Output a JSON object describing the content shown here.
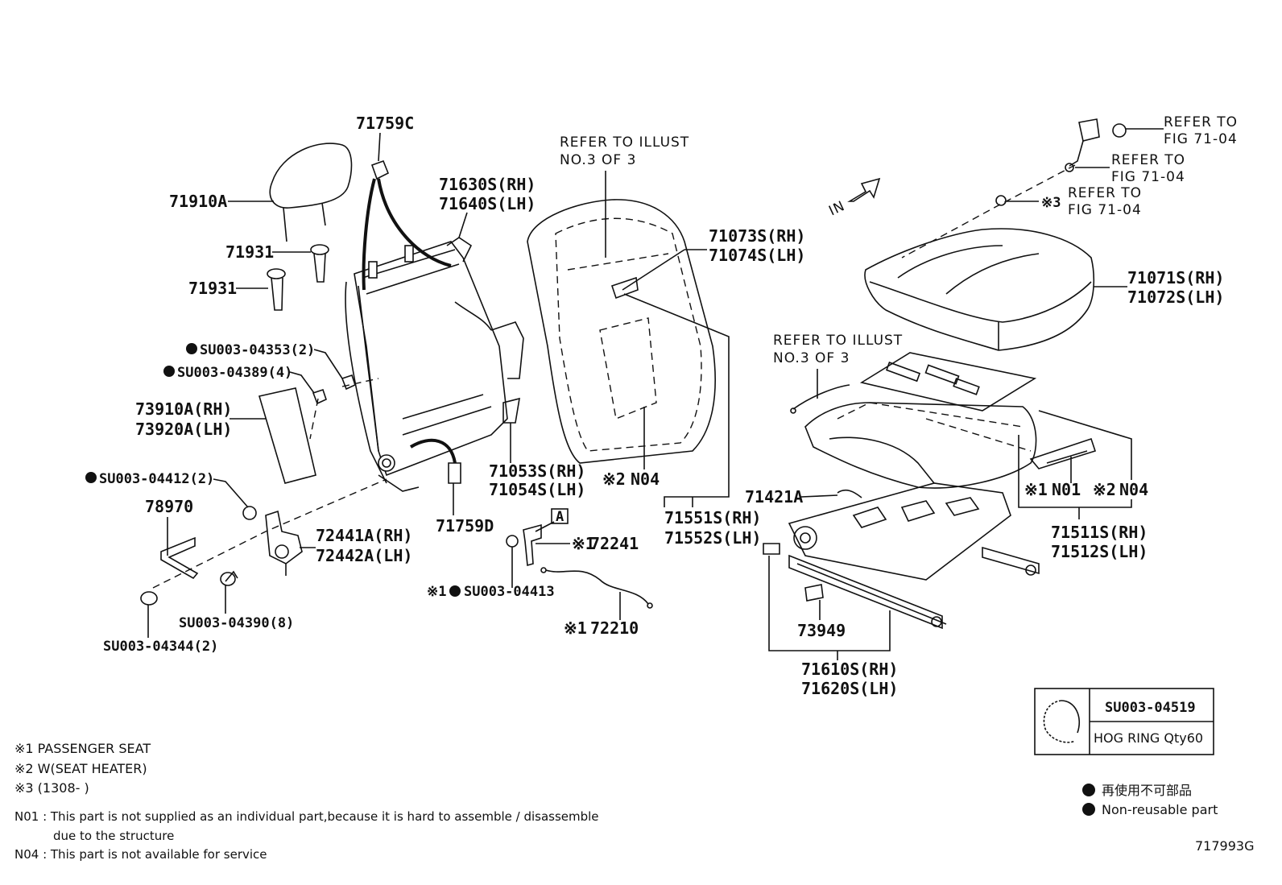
{
  "labels": {
    "p71759C": "71759C",
    "p71910A": "71910A",
    "p71931a": "71931",
    "p71931b": "71931",
    "p71630": "71630S(RH)",
    "p71640": "71640S(LH)",
    "refer_illust_1a": "REFER TO ILLUST",
    "refer_illust_1b": "NO.3 OF 3",
    "p71073": "71073S(RH)",
    "p71074": "71074S(LH)",
    "su04353": "SU003-04353(2)",
    "su04389": "SU003-04389(4)",
    "p73910": "73910A(RH)",
    "p73920": "73920A(LH)",
    "p71053": "71053S(RH)",
    "p71054": "71054S(LH)",
    "su04412": "SU003-04412(2)",
    "p78970": "78970",
    "p71759D": "71759D",
    "n04a_mark": "※2",
    "n04a": "N04",
    "p72441": "72441A(RH)",
    "p72442": "72442A(LH)",
    "boxA": "A",
    "p72241_mark": "※1",
    "p72241": "72241",
    "su04413_mark": "※1",
    "su04413": "SU003-04413",
    "su04390": "SU003-04390(8)",
    "su04344": "SU003-04344(2)",
    "p72210_mark": "※1",
    "p72210": "72210",
    "p71551": "71551S(RH)",
    "p71552": "71552S(LH)",
    "refer_fig_1a": "REFER TO",
    "refer_fig_1b": "FIG 71-04",
    "refer_fig_2a": "REFER TO",
    "refer_fig_2b": "FIG 71-04",
    "refer_fig_3mark": "※3",
    "refer_fig_3a": "REFER TO",
    "refer_fig_3b": "FIG 71-04",
    "in_arrow": "IN",
    "p71071": "71071S(RH)",
    "p71072": "71072S(LH)",
    "refer_illust_2a": "REFER TO ILLUST",
    "refer_illust_2b": "NO.3 OF 3",
    "p71421A": "71421A",
    "n01_mark": "※1",
    "n01": "N01",
    "n04b_mark": "※2",
    "n04b": "N04",
    "p71511": "71511S(RH)",
    "p71512": "71512S(LH)",
    "p73949": "73949",
    "p71610": "71610S(RH)",
    "p71620": "71620S(LH)"
  },
  "inset": {
    "part_no": "SU003-04519",
    "desc": "HOG RING Qty60"
  },
  "legend": {
    "jp": "再使用不可部品",
    "en": "Non-reusable part"
  },
  "notes": {
    "n1": "※1  PASSENGER SEAT",
    "n2": "※2  W(SEAT HEATER)",
    "n3": "※3  (1308-      )",
    "n01_a": "N01 : This part is not supplied as an individual part,because it is hard to assemble / disassemble",
    "n01_b": "due to the structure",
    "n04": "N04 : This part is not available for service"
  },
  "figure_id": "717993G"
}
